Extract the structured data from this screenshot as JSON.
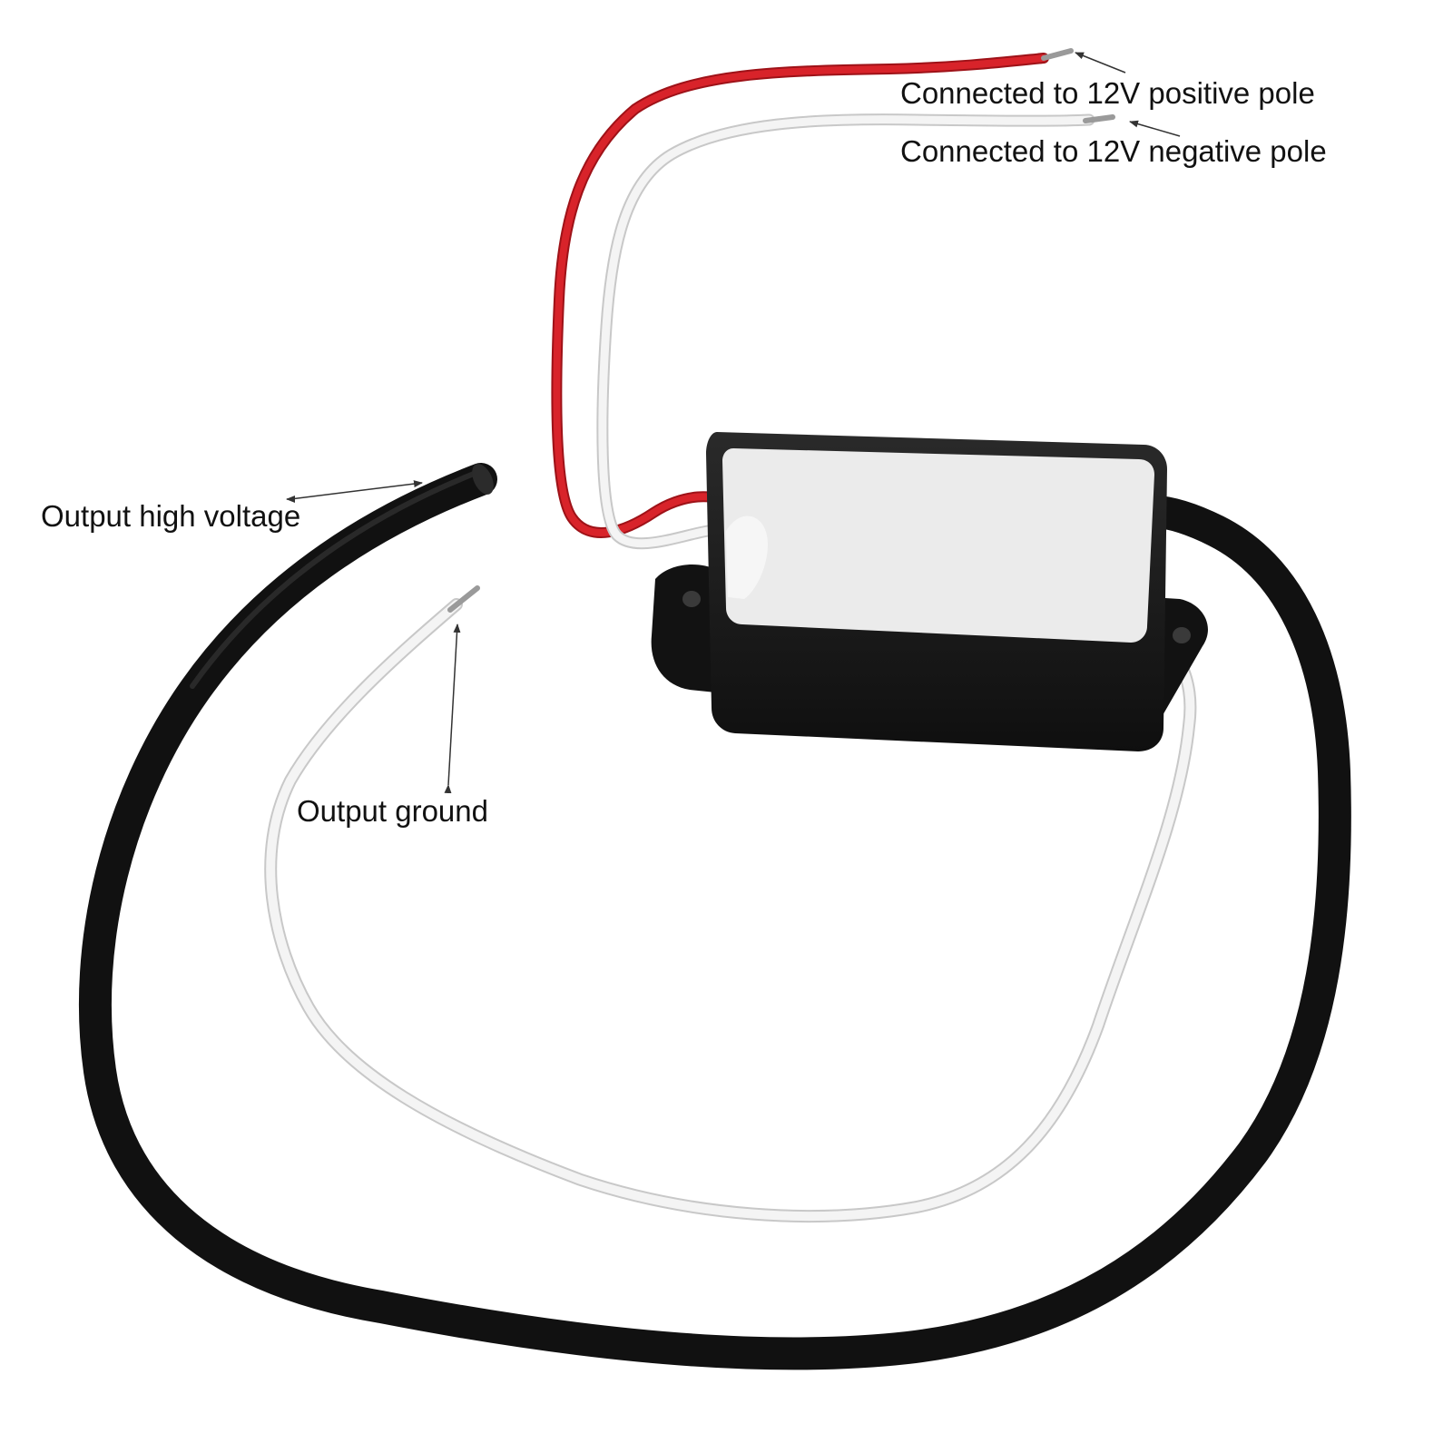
{
  "image": {
    "subject": "high-voltage-module-with-wires",
    "background_color": "#ffffff",
    "colors": {
      "module_body": "#1a1a1a",
      "module_top_insert": "#ebebeb",
      "high_voltage_cable": "#111111",
      "positive_wire": "#d8232a",
      "negative_wire": "#f4f4f4",
      "ground_wire": "#f4f4f4",
      "wire_outline": "#c8c8c8",
      "callout_text": "#111111",
      "leader_line": "#333333"
    }
  },
  "labels": {
    "positive_pole": "Connected to 12V positive pole",
    "negative_pole": "Connected to 12V negative pole",
    "output_high_voltage": "Output high voltage",
    "output_ground": "Output ground"
  }
}
